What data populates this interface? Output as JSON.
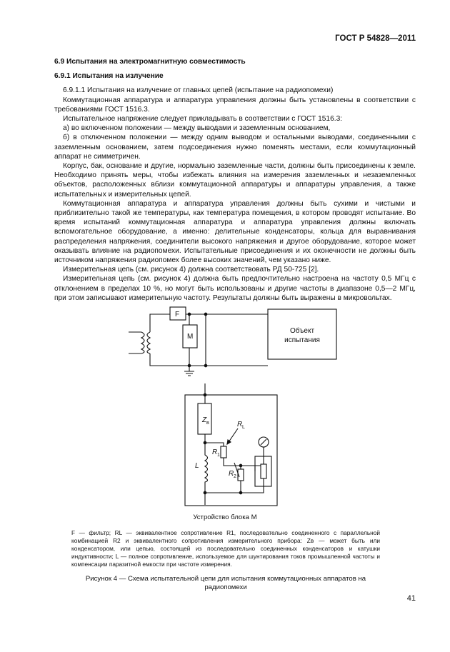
{
  "header": {
    "doc_id": "ГОСТ Р 54828—2011"
  },
  "section": {
    "heading": "6.9 Испытания на электромагнитную совместимость",
    "subheading": "6.9.1 Испытания на излучение",
    "paragraphs": [
      "6.9.1.1 Испытания на излучение от главных цепей (испытание на радиопомехи)",
      "Коммутационная аппаратура и аппаратура управления должны быть установлены в соответствии с требованиями ГОСТ 1516.3.",
      "Испытательное напряжение следует прикладывать в соответствии с ГОСТ 1516.3:",
      "а) во включенном положении — между выводами и заземленным основанием,",
      "б) в отключенном положении — между одним выводом и остальными выводами, соединенными с заземленным основанием, затем подсоединения нужно поменять местами, если коммутационный аппарат не симметричен.",
      "Корпус, бак, основание и другие, нормально заземленные части, должны быть присоединены к земле. Необходимо принять меры, чтобы избежать влияния на измерения заземленных и незаземленных объектов, расположенных вблизи коммутационной аппаратуры и аппаратуры управления, а также испытательных и измерительных цепей.",
      "Коммутационная аппаратура и аппаратура управления должны быть сухими и чистыми и приблизительно такой же температуры, как температура помещения, в котором проводят испытание. Во время испытаний коммутационная аппаратура и аппаратура управления должны включать вспомогательное оборудование, а именно: делительные конденсаторы, кольца для выравнивания распределения напряжения, соединители высокого напряжения и другое оборудование, которое может оказывать влияние на радиопомехи. Испытательные присоединения и их оконечности не должны быть источником напряжения радиопомех более высоких значений, чем указано ниже.",
      "Измерительная цепь (см. рисунок 4) должна соответствовать РД 50-725 [2].",
      "Измерительная цепь (см. рисунок 4) должна быть предпочтительно настроена на частоту 0,5 МГц с отклонением в пределах 10 %, но могут быть использованы и другие частоты в диапазоне 0,5—2 МГц, при этом записывают измерительную частоту. Результаты должны быть выражены в микровольтах."
    ]
  },
  "figure": {
    "label_F": "F",
    "label_M": "M",
    "object_label_line1": "Объект",
    "object_label_line2": "испытания",
    "label_Z": "Z",
    "label_Z_sub": "в",
    "label_RL": "R",
    "label_RL_sub": "L",
    "label_R1": "R",
    "label_R1_sub": "1",
    "label_R2": "R",
    "label_R2_sub": "2",
    "label_L": "L",
    "block_caption": "Устройство блока М"
  },
  "legend_text": "F — фильтр; RL — эквивалентное сопротивление R1, последовательно соединенного с параллельной комбинацией R2 и эквивалентного сопротивления измерительного прибора: Zв — может быть или конденсатором, или цепью, состоящей из последовательно соединенных конденсаторов и катушки индуктивности; L — полное сопротивление, используемое для шунтирования токов промышленной частоты и компенсации паразитной емкости при частоте измерения.",
  "caption": "Рисунок 4 — Схема испытательной цепи для испытания коммутационных аппаратов на радиопомехи",
  "page_number": "41"
}
